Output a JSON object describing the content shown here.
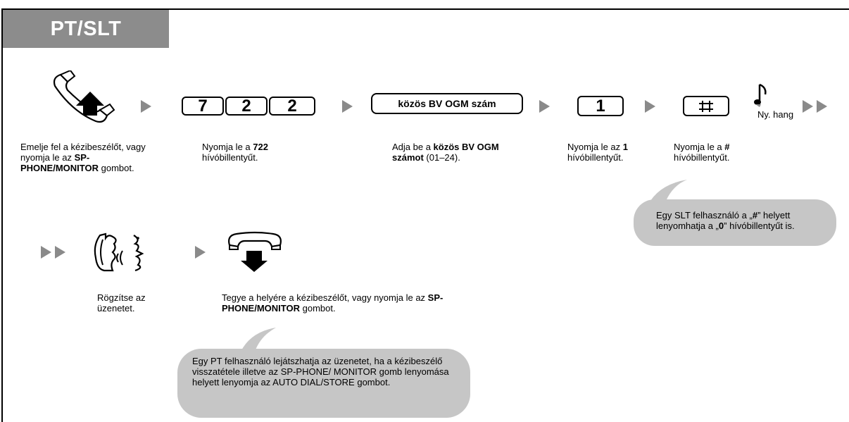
{
  "header": {
    "tab_label": "PT/SLT"
  },
  "step1": {
    "desc_pre": "Emelje fel a kézibeszélőt, vagy nyomja le az ",
    "desc_bold": "SP-PHONE/MONITOR",
    "desc_post": " gombot.",
    "icon": "handset-off-hook-icon"
  },
  "step2": {
    "keys": [
      "7",
      "2",
      "2"
    ],
    "desc_pre": "Nyomja le a ",
    "desc_bold": "722",
    "desc_post": " hívóbillentyűt."
  },
  "step3": {
    "key_label": "közös BV OGM szám",
    "desc_pre": "Adja be a ",
    "desc_bold": "közös BV OGM számot",
    "desc_post": " (01–24)."
  },
  "step4": {
    "key_label": "1",
    "desc_pre": "Nyomja le az ",
    "desc_bold": "1",
    "desc_post": " hívóbillentyűt."
  },
  "step5": {
    "key_label": "#",
    "tone_label": "Ny. hang",
    "desc_pre": "Nyomja le a ",
    "desc_bold": "#",
    "desc_post": " hívóbillentyűt."
  },
  "note1": {
    "part1": "Egy SLT felhasználó a „",
    "bold1": "#",
    "part2": "” helyett lenyomhatja a „",
    "bold2": "0",
    "part3": "” hívóbillentyűt is."
  },
  "step6": {
    "icon": "speaking-person-icon",
    "desc": "Rögzítse az üzenetet."
  },
  "step7": {
    "icon": "handset-on-hook-icon",
    "desc_pre": "Tegye a helyére a kézibeszélőt, vagy nyomja le az ",
    "desc_bold": "SP-PHONE/MONITOR",
    "desc_post": " gombot."
  },
  "note2": {
    "text": "Egy PT felhasználó lejátszhatja az üzenetet, ha a kézibeszélő visszatétele illetve az SP-PHONE/ MONITOR gomb lenyomása helyett lenyomja az AUTO DIAL/STORE gombot."
  },
  "colors": {
    "tab_bg": "#8c8c8c",
    "arrow": "#8a8a8a",
    "note_bg": "#c6c6c6"
  }
}
